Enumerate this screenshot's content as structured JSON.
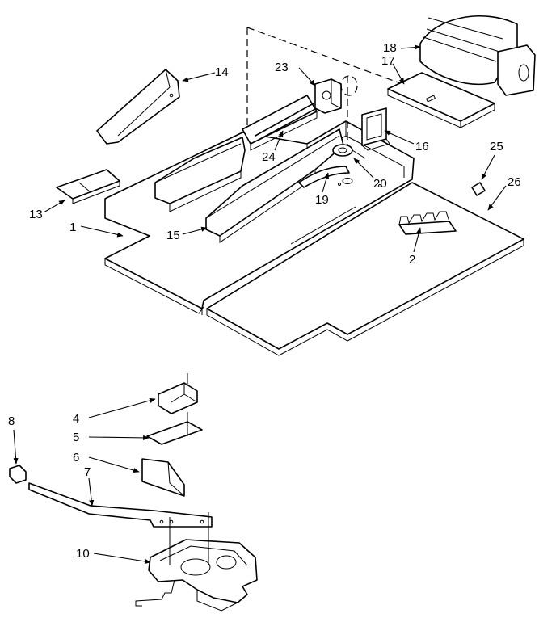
{
  "callouts": {
    "c1": "1",
    "c2": "2",
    "c4": "4",
    "c5": "5",
    "c6": "6",
    "c7": "7",
    "c8": "8",
    "c10": "10",
    "c13": "13",
    "c14": "14",
    "c15": "15",
    "c16": "16",
    "c17": "17",
    "c18": "18",
    "c19": "19",
    "c20": "20",
    "c23": "23",
    "c24": "24",
    "c25": "25",
    "c26": "26"
  },
  "colors": {
    "ink": "#000000",
    "paper": "#ffffff"
  }
}
